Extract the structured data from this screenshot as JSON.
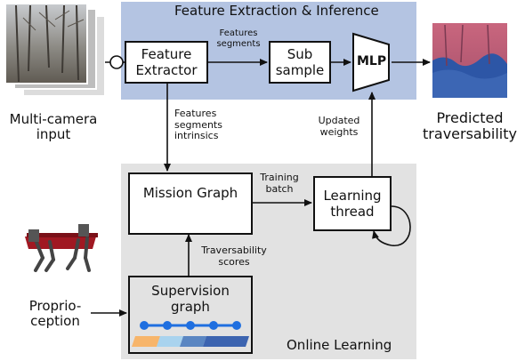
{
  "regions": {
    "feature_extraction": "Feature Extraction & Inference",
    "online_learning": "Online Learning"
  },
  "inputs": {
    "multi_camera_line1": "Multi-camera",
    "multi_camera_line2": "input",
    "proprio_line1": "Proprio-",
    "proprio_line2": "ception"
  },
  "blocks": {
    "feature_extractor_line1": "Feature",
    "feature_extractor_line2": "Extractor",
    "subsample_line1": "Sub",
    "subsample_line2": "sample",
    "mlp": "MLP",
    "mission_graph": "Mission Graph",
    "learning_thread_line1": "Learning",
    "learning_thread_line2": "thread",
    "supervision_graph_line1": "Supervision",
    "supervision_graph_line2": "graph"
  },
  "edges": {
    "features_segments_line1": "Features",
    "features_segments_line2": "segments",
    "fsi_line1": "Features",
    "fsi_line2": "segments",
    "fsi_line3": "intrinsics",
    "updated_weights_line1": "Updated",
    "updated_weights_line2": "weights",
    "training_batch_line1": "Training",
    "training_batch_line2": "batch",
    "traversability_scores_line1": "Traversability",
    "traversability_scores_line2": "scores"
  },
  "outputs": {
    "predicted_line1": "Predicted",
    "predicted_line2": "traversability"
  },
  "colors": {
    "feature_region_bg": "#b4c4e2",
    "learning_region_bg": "#e2e2e2",
    "mission_graph_node": "#9a9a9a",
    "supervision_graph_node": "#1f6fe0",
    "supervision_bar": [
      "#f7b56b",
      "#a9d3ee",
      "#5a86c2",
      "#3c64b0"
    ]
  }
}
